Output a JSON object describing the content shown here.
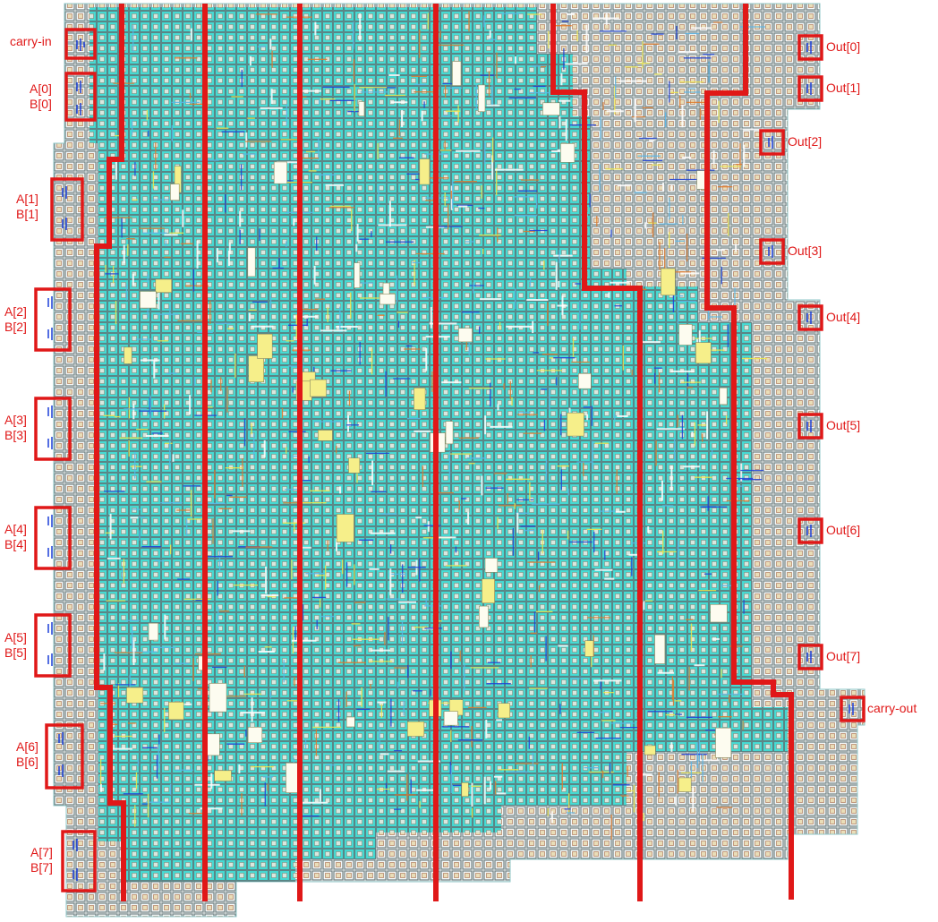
{
  "colors": {
    "background": "#ffffff",
    "cell_fill": "#35d6d0",
    "cell_frame": "#7c8a8a",
    "via_inner": "#dcd2a8",
    "route_orange": "#e07a2a",
    "route_yellow": "#f1e84a",
    "route_blue": "#1c3fd8",
    "annotation_red": "#e01818"
  },
  "inputs": {
    "carry_in": "carry-in",
    "pairs": [
      {
        "a": "A[0]",
        "b": "B[0]"
      },
      {
        "a": "A[1]",
        "b": "B[1]"
      },
      {
        "a": "A[2]",
        "b": "B[2]"
      },
      {
        "a": "A[3]",
        "b": "B[3]"
      },
      {
        "a": "A[4]",
        "b": "B[4]"
      },
      {
        "a": "A[5]",
        "b": "B[5]"
      },
      {
        "a": "A[6]",
        "b": "B[6]"
      },
      {
        "a": "A[7]",
        "b": "B[7]"
      }
    ]
  },
  "outputs": {
    "bits": [
      "Out[0]",
      "Out[1]",
      "Out[2]",
      "Out[3]",
      "Out[4]",
      "Out[5]",
      "Out[6]",
      "Out[7]"
    ],
    "carry_out": "carry-out"
  }
}
